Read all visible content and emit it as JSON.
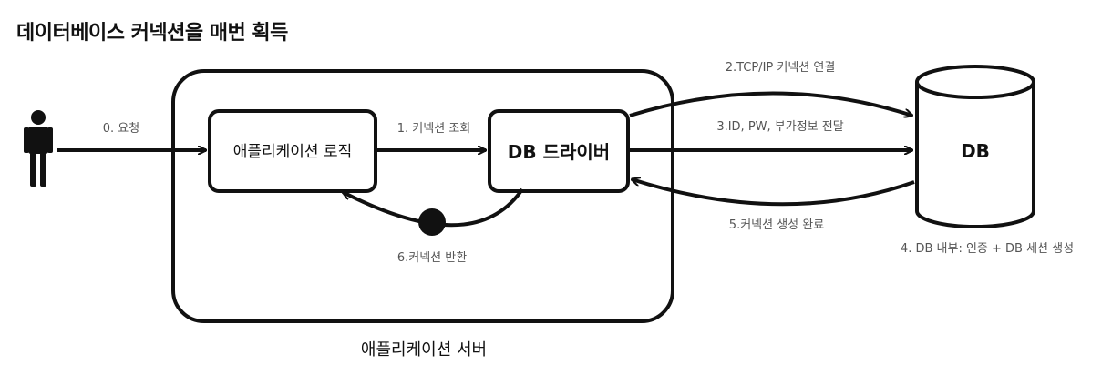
{
  "title": "데이터베이스 커넥션을 매번 획득",
  "nodes": {
    "app_logic": "애플리케이션 로직",
    "db_driver": "DB 드라이버",
    "db": "DB",
    "app_server": "애플리케이션 서버"
  },
  "steps": {
    "s0": "0. 요청",
    "s1": "1. 커넥션 조회",
    "s2": "2.TCP/IP 커넥션 연결",
    "s3": "3.ID, PW, 부가정보 전달",
    "s4": "4. DB 내부: 인증 + DB 세션 생성",
    "s5": "5.커넥션 생성 완료",
    "s6": "6.커넥션 반환"
  },
  "colors": {
    "ink": "#111111",
    "muted": "#555555"
  }
}
